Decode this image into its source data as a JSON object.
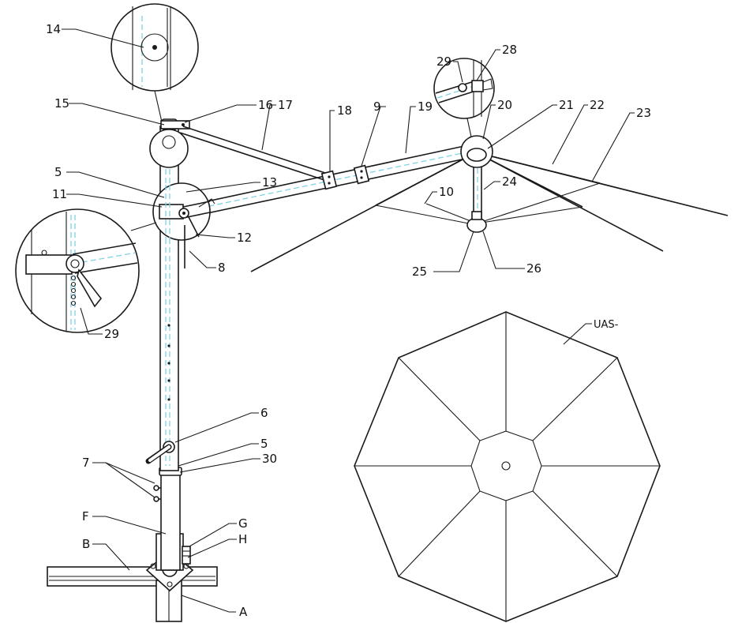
{
  "labels": {
    "n14": "14",
    "n15": "15",
    "n16": "16",
    "n17": "17",
    "n18": "18",
    "n9": "9",
    "n19": "19",
    "n29a": "29",
    "n28": "28",
    "n20": "20",
    "n21": "21",
    "n22": "22",
    "n23": "23",
    "n5a": "5",
    "n11": "11",
    "n13": "13",
    "n10": "10",
    "n24": "24",
    "n12": "12",
    "n8": "8",
    "n25": "25",
    "n26": "26",
    "n29b": "29",
    "n6": "6",
    "n5b": "5",
    "n30": "30",
    "n7": "7",
    "F": "F",
    "G": "G",
    "H": "H",
    "B": "B",
    "A": "A",
    "canopy": "UAS-"
  },
  "colors": {
    "line": "#1a1a1a",
    "cable": "#7fd3e6",
    "background": "#ffffff"
  }
}
